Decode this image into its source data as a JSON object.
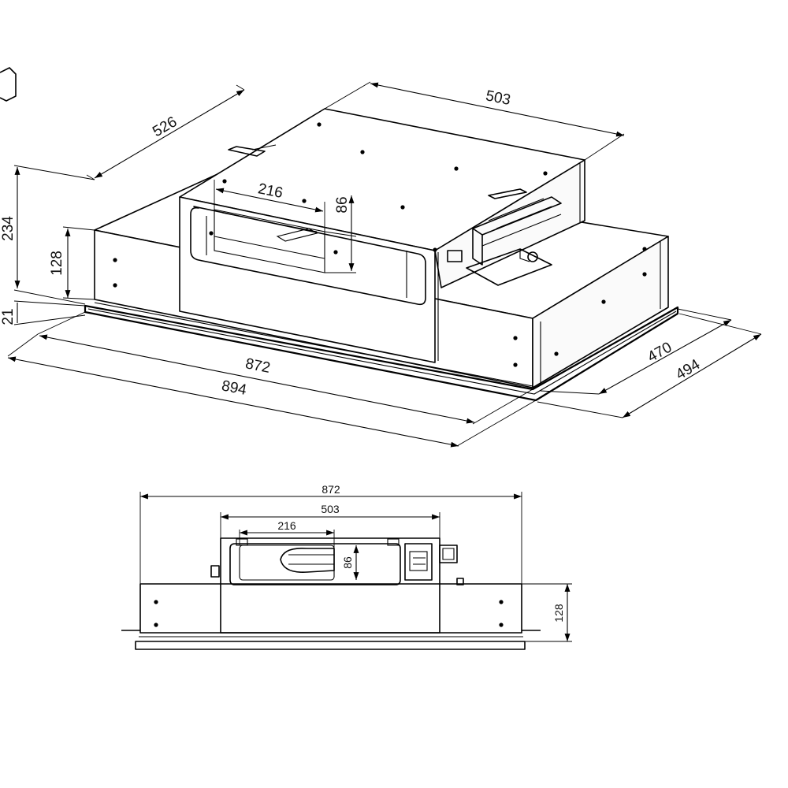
{
  "isometric_view": {
    "dims": {
      "depth_top": "526",
      "width_top": "503",
      "outlet_width": "216",
      "outlet_height": "86",
      "total_height": "234",
      "body_height": "128",
      "flange_height": "21",
      "width_inner": "872",
      "width_outer": "894",
      "depth_inner": "470",
      "depth_outer": "494"
    }
  },
  "front_view": {
    "dims": {
      "width_inner": "872",
      "motor_width": "503",
      "outlet_width": "216",
      "outlet_height": "86",
      "body_height": "128"
    }
  }
}
